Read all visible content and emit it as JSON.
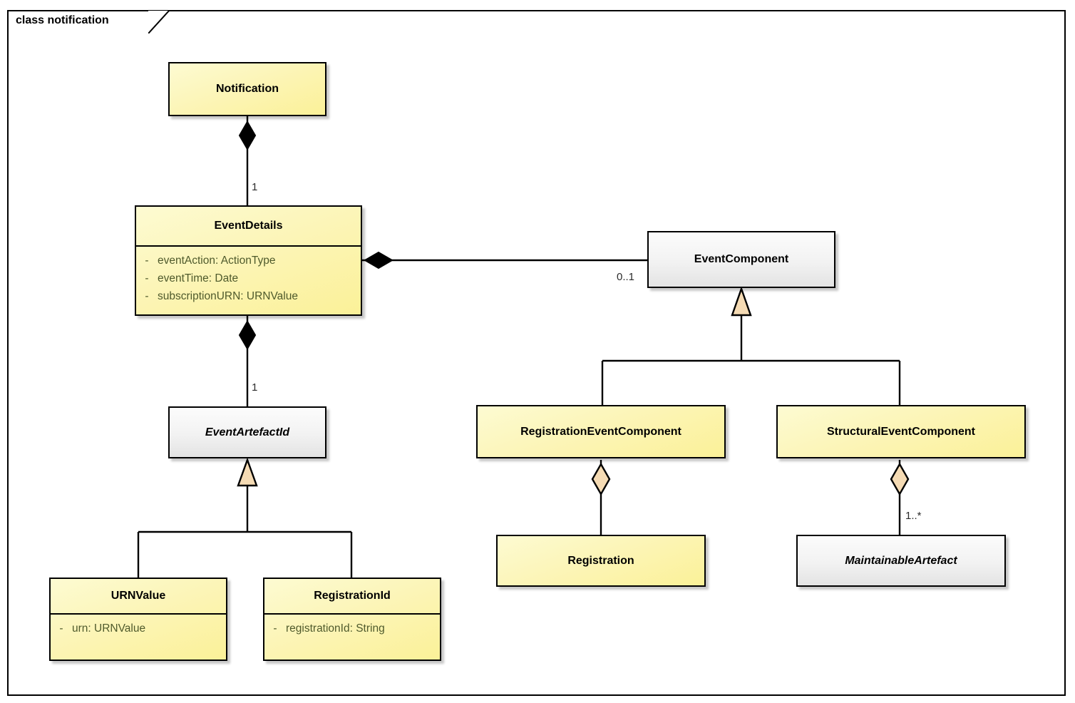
{
  "frame": {
    "label": "class notification",
    "type": "uml-class-diagram"
  },
  "classes": [
    {
      "id": "notification",
      "name": "Notification",
      "abstract": false,
      "style": "yellow",
      "attributes": []
    },
    {
      "id": "event-details",
      "name": "EventDetails",
      "abstract": false,
      "style": "yellow",
      "attributes": [
        {
          "visibility": "-",
          "signature": "eventAction: ActionType"
        },
        {
          "visibility": "-",
          "signature": "eventTime: Date"
        },
        {
          "visibility": "-",
          "signature": "subscriptionURN: URNValue"
        }
      ]
    },
    {
      "id": "event-component",
      "name": "EventComponent",
      "abstract": false,
      "style": "grey",
      "attributes": []
    },
    {
      "id": "event-artefact-id",
      "name": "EventArtefactId",
      "abstract": true,
      "style": "grey",
      "attributes": []
    },
    {
      "id": "registration-event-component",
      "name": "RegistrationEventComponent",
      "abstract": false,
      "style": "yellow",
      "attributes": []
    },
    {
      "id": "structural-event-component",
      "name": "StructuralEventComponent",
      "abstract": false,
      "style": "yellow",
      "attributes": []
    },
    {
      "id": "registration",
      "name": "Registration",
      "abstract": false,
      "style": "yellow",
      "attributes": []
    },
    {
      "id": "maintainable-artefact",
      "name": "MaintainableArtefact",
      "abstract": true,
      "style": "grey",
      "attributes": []
    },
    {
      "id": "urn-value",
      "name": "URNValue",
      "abstract": false,
      "style": "yellow",
      "attributes": [
        {
          "visibility": "-",
          "signature": "urn: URNValue"
        }
      ]
    },
    {
      "id": "registration-id",
      "name": "RegistrationId",
      "abstract": false,
      "style": "yellow",
      "attributes": [
        {
          "visibility": "-",
          "signature": "registrationId: String"
        }
      ]
    }
  ],
  "relationships": [
    {
      "id": "notification-eventdetails",
      "kind": "composition",
      "from": "Notification",
      "to": "EventDetails",
      "multiplicity": "1"
    },
    {
      "id": "eventdetails-eventcomponent",
      "kind": "composition",
      "from": "EventDetails",
      "to": "EventComponent",
      "multiplicity": "0..1"
    },
    {
      "id": "eventdetails-eventartefactid",
      "kind": "composition",
      "from": "EventDetails",
      "to": "EventArtefactId",
      "multiplicity": "1"
    },
    {
      "id": "registrationeventcomponent-generalization",
      "kind": "generalization",
      "from": "RegistrationEventComponent",
      "to": "EventComponent",
      "multiplicity": ""
    },
    {
      "id": "structuraleventcomponent-generalization",
      "kind": "generalization",
      "from": "StructuralEventComponent",
      "to": "EventComponent",
      "multiplicity": ""
    },
    {
      "id": "urnvalue-generalization",
      "kind": "generalization",
      "from": "URNValue",
      "to": "EventArtefactId",
      "multiplicity": ""
    },
    {
      "id": "registrationid-generalization",
      "kind": "generalization",
      "from": "RegistrationId",
      "to": "EventArtefactId",
      "multiplicity": ""
    },
    {
      "id": "registrationeventcomponent-registration",
      "kind": "aggregation",
      "from": "RegistrationEventComponent",
      "to": "Registration",
      "multiplicity": ""
    },
    {
      "id": "structuraleventcomponent-maintainableartefact",
      "kind": "aggregation",
      "from": "StructuralEventComponent",
      "to": "MaintainableArtefact",
      "multiplicity": "1..*"
    }
  ],
  "multiplicity_labels": {
    "notification_to_eventdetails": "1",
    "eventdetails_to_eventcomponent": "0..1",
    "eventdetails_to_eventartefactid": "1",
    "structural_to_maintainable": "1..*"
  },
  "colors": {
    "class_yellow": "#fbf198",
    "class_grey": "#f0f0f0",
    "border": "#000000",
    "attribute_text": "#4f5a2c",
    "arrow_fill": "#f5dbb4",
    "diamond_filled": "#000000",
    "background": "#ffffff"
  }
}
